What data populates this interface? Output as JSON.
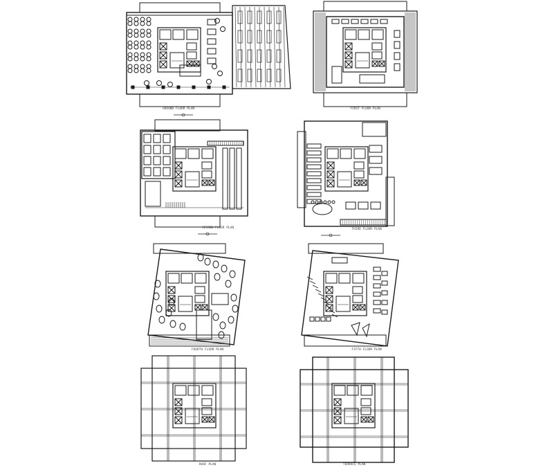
{
  "sheet": {
    "title": "",
    "background": "#ffffff",
    "line_color": "#1a1a1a",
    "label_color": "#444444"
  },
  "plans": [
    {
      "id": "plan-1",
      "caption": "GROUND FLOOR PLAN",
      "style": "office-dense",
      "row": 1,
      "column": "left"
    },
    {
      "id": "plan-2",
      "caption": "FIRST FLOOR PLAN",
      "style": "office-rectilinear",
      "row": 1,
      "column": "right"
    },
    {
      "id": "plan-3",
      "caption": "SECOND FLOOR PLAN",
      "style": "office-open",
      "row": 2,
      "column": "left"
    },
    {
      "id": "plan-4",
      "caption": "THIRD FLOOR PLAN",
      "style": "office-open",
      "row": 2,
      "column": "right"
    },
    {
      "id": "plan-5",
      "caption": "FOURTH FLOOR PLAN",
      "style": "rotated-round-tables",
      "row": 3,
      "column": "left"
    },
    {
      "id": "plan-6",
      "caption": "FIFTH FLOOR PLAN",
      "style": "rotated-furniture",
      "row": 3,
      "column": "right"
    },
    {
      "id": "plan-7",
      "caption": "ROOF PLAN",
      "style": "structural-grid",
      "row": 4,
      "column": "left"
    },
    {
      "id": "plan-8",
      "caption": "TERRACE PLAN",
      "style": "structural-grid",
      "row": 4,
      "column": "right"
    }
  ],
  "icons": {
    "north_arrow": "north-arrow-icon",
    "core": "service-core-icon"
  }
}
